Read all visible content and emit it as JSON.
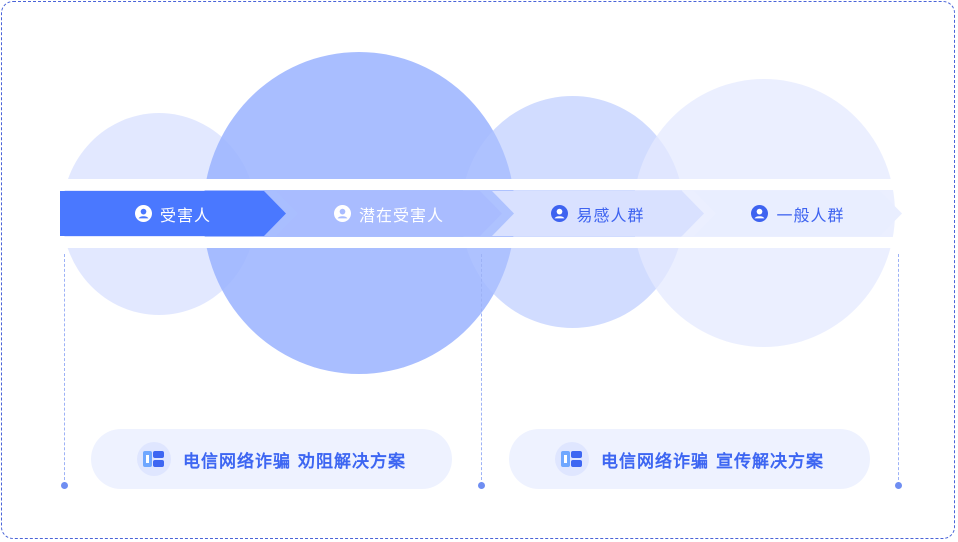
{
  "steps": [
    {
      "label": "受害人",
      "icon": "user-icon"
    },
    {
      "label": "潜在受害人",
      "icon": "user-icon"
    },
    {
      "label": "易感人群",
      "icon": "user-icon"
    },
    {
      "label": "一般人群",
      "icon": "user-icon"
    }
  ],
  "solutions": [
    {
      "label": "电信网络诈骗 劝阻解决方案",
      "icon": "logo-badge-icon"
    },
    {
      "label": "电信网络诈骗 宣传解决方案",
      "icon": "logo-badge-icon"
    }
  ],
  "colors": {
    "accent": "#4a78ff",
    "text_blue": "#3e63f0",
    "frame_border": "#4a64d8"
  }
}
